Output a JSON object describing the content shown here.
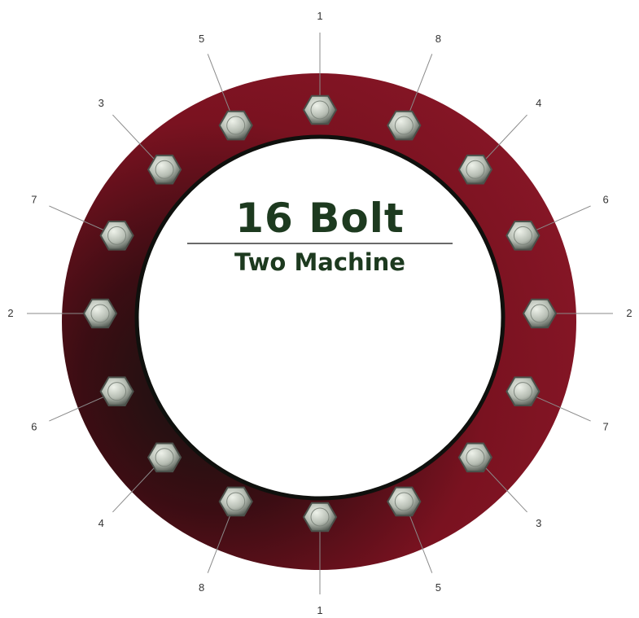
{
  "diagram": {
    "title": "16 Bolt",
    "subtitle": "Two Machine",
    "bolts": [
      {
        "label": "1"
      },
      {
        "label": "8"
      },
      {
        "label": "4"
      },
      {
        "label": "6"
      },
      {
        "label": "2"
      },
      {
        "label": "7"
      },
      {
        "label": "3"
      },
      {
        "label": "5"
      },
      {
        "label": "1"
      },
      {
        "label": "8"
      },
      {
        "label": "4"
      },
      {
        "label": "6"
      },
      {
        "label": "2"
      },
      {
        "label": "7"
      },
      {
        "label": "3"
      },
      {
        "label": "5"
      }
    ],
    "colors": {
      "flange": "#7a1220",
      "flange_shadow": "#1a1a14",
      "bolt_face": "#cfd5cc",
      "bolt_edge": "#4b514b",
      "leader": "#8a8a8a",
      "title": "#1d3a1f"
    }
  }
}
